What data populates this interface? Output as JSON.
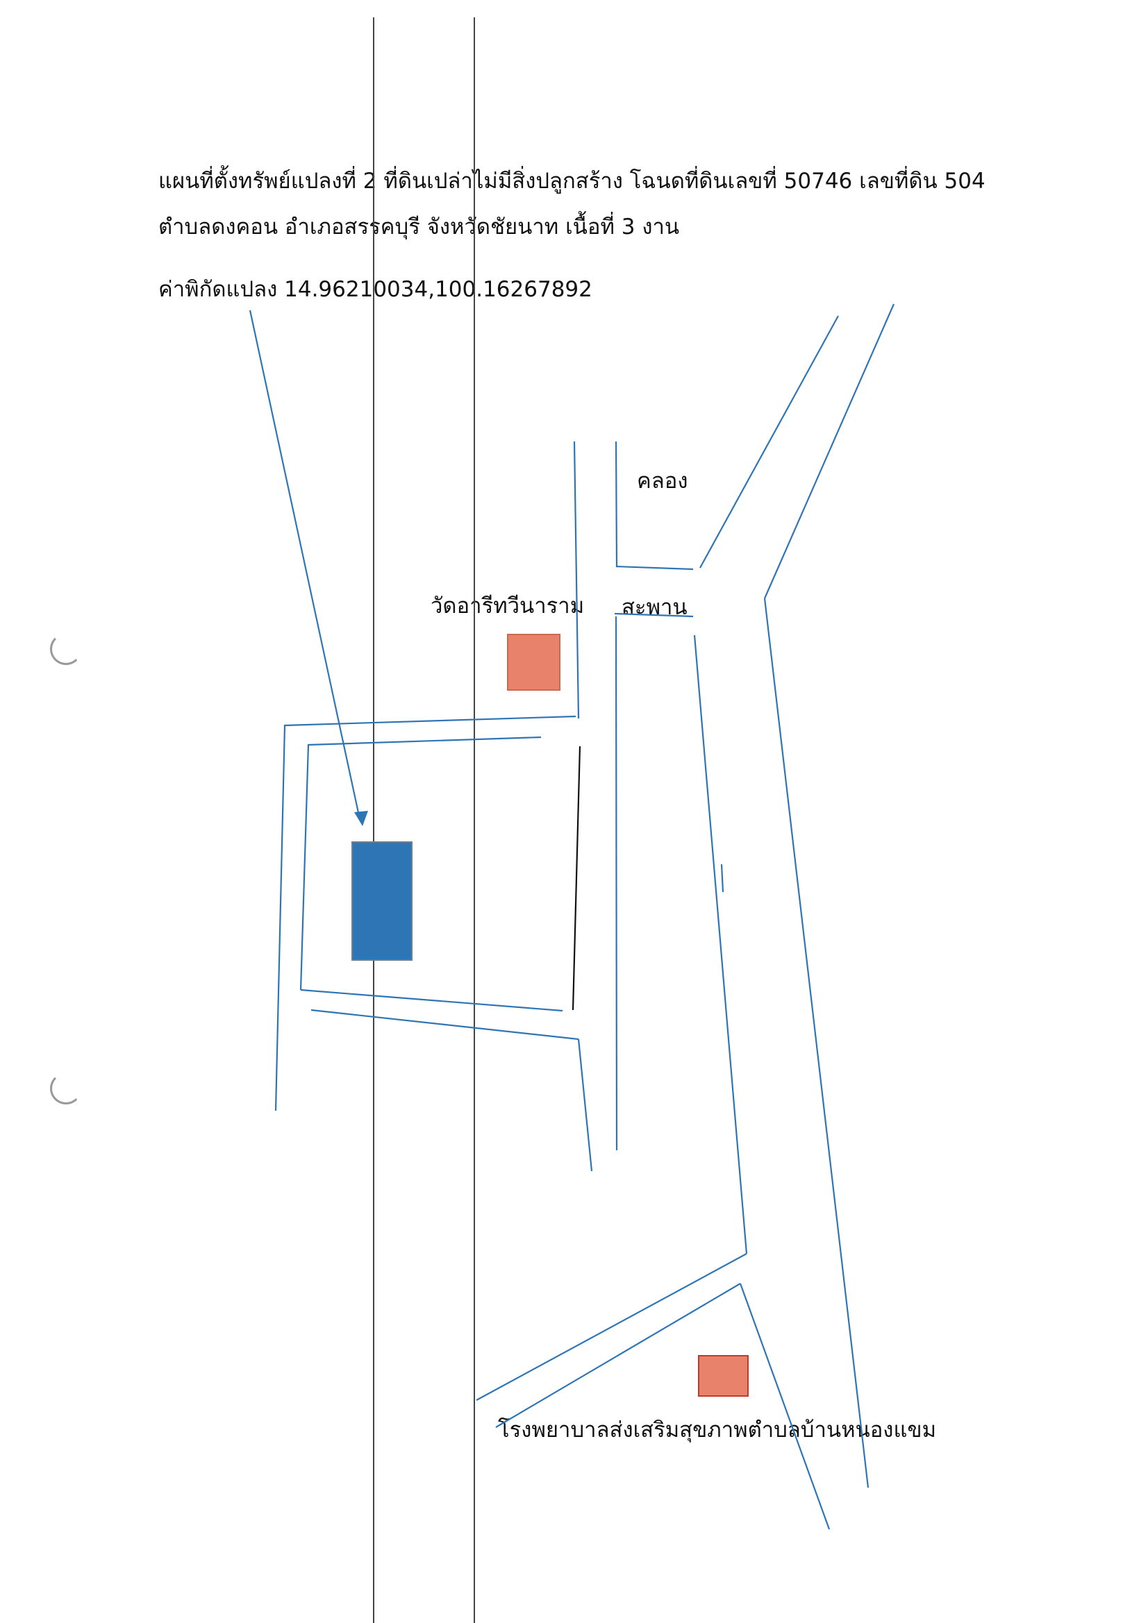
{
  "header": {
    "line1": "แผนที่ตั้งทรัพย์แปลงที่ 2 ที่ดินเปล่าไม่มีสิ่งปลูกสร้าง โฉนดที่ดินเลขที่ 50746 เลขที่ดิน 504",
    "line2": "ตำบลดงคอน อำเภอสรรคบุรี จังหวัดชัยนาท เนื้อที่ 3 งาน",
    "coords": "ค่าพิกัดแปลง 14.96210034,100.16267892"
  },
  "map": {
    "labels": {
      "canal": "คลอง",
      "temple": "วัดอารีทวีนาราม",
      "bridge": "สะพาน",
      "hospital": "โรงพยาบาลส่งเสริมสุขภาพตำบลบ้านหนองแขม"
    },
    "colors": {
      "road": "#2e75b6",
      "landmark": "#e8826a",
      "plot": "#2e75b6",
      "fold_line": "#444444",
      "boundary_black": "#111111"
    },
    "icons": {
      "temple": "landmark-square",
      "hospital": "landmark-square",
      "plot": "plot-rectangle"
    }
  }
}
